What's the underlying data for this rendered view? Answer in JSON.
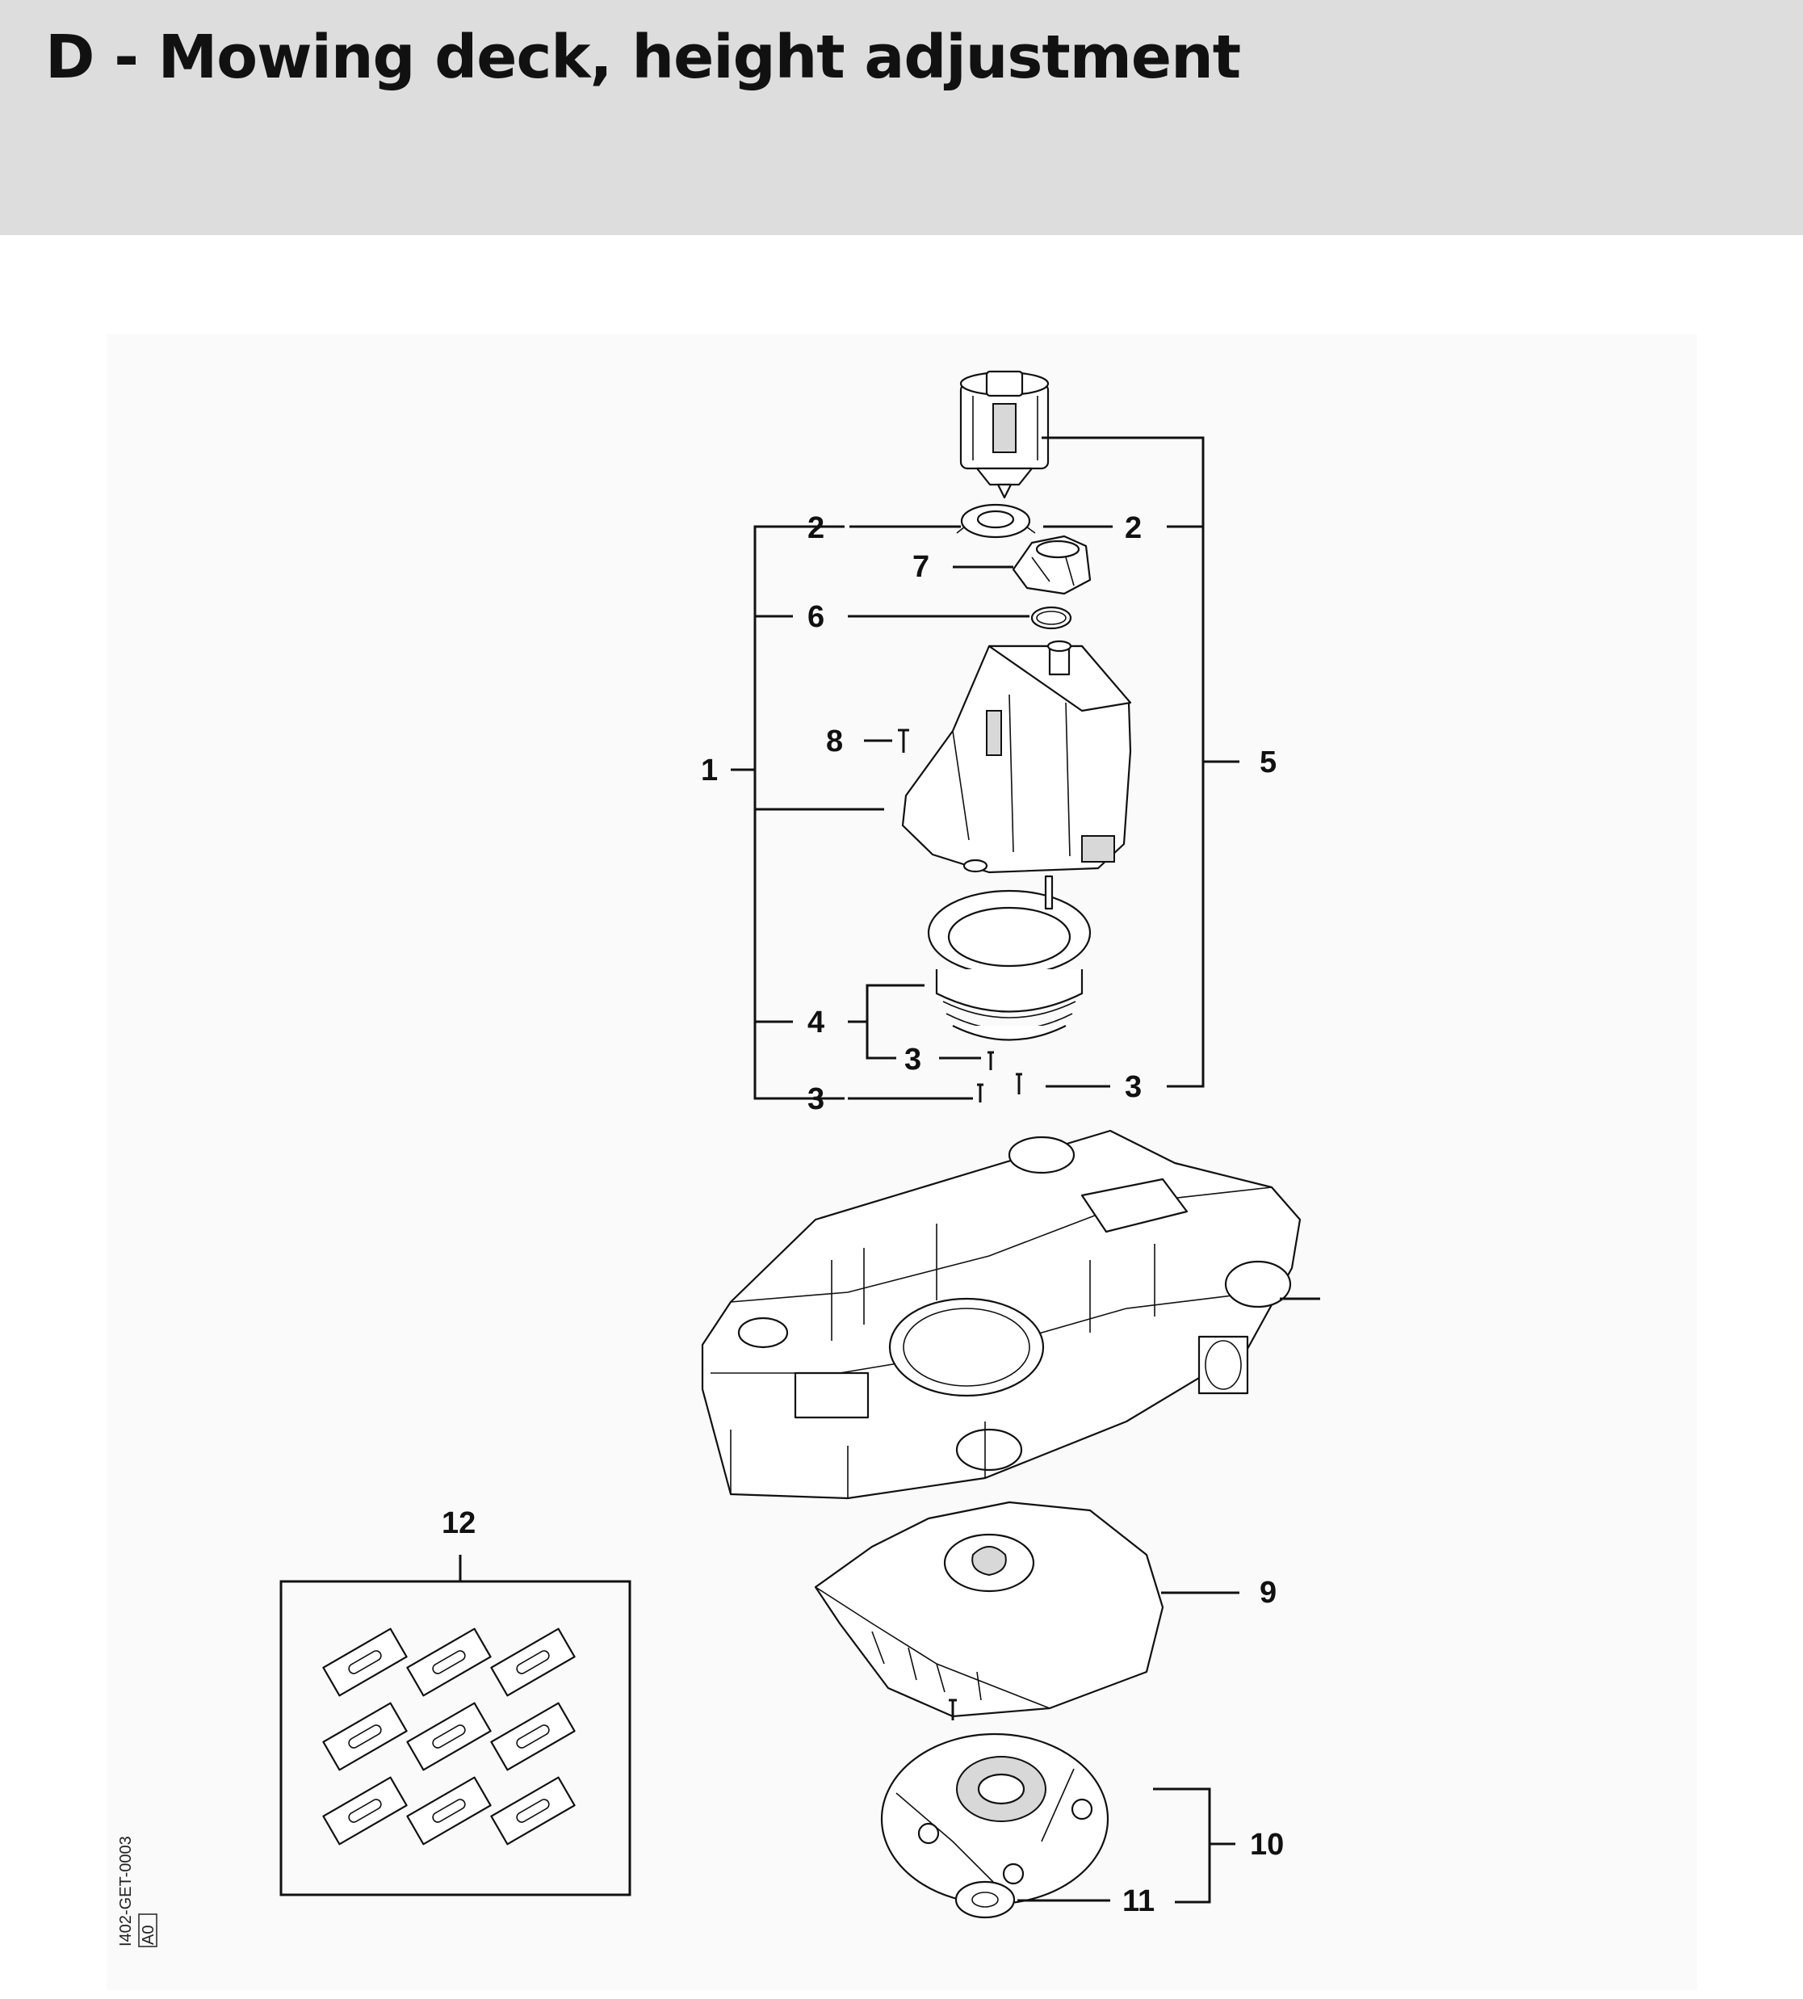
{
  "header": {
    "title": "D - Mowing deck, height adjustment"
  },
  "diagram": {
    "callouts": {
      "c1": "1",
      "c2a": "2",
      "c2b": "2",
      "c3a": "3",
      "c3b": "3",
      "c3c": "3",
      "c4": "4",
      "c5": "5",
      "c6": "6",
      "c7": "7",
      "c8": "8",
      "c9": "9",
      "c10": "10",
      "c11": "11",
      "c12": "12"
    },
    "doc_id": "I402-GET-0003",
    "doc_rev": "A0"
  },
  "colors": {
    "header_bg": "#dcdddc",
    "line": "#111111",
    "page_bg": "#ffffff"
  }
}
